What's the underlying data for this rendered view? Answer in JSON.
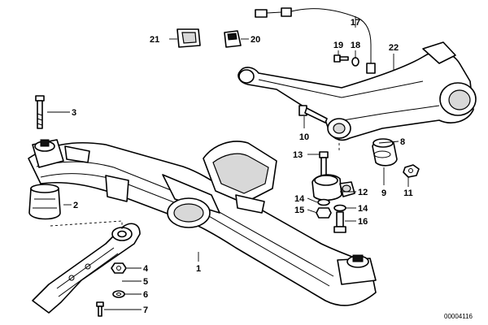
{
  "callouts": {
    "c1": "1",
    "c2": "2",
    "c3": "3",
    "c4": "4",
    "c5": "5",
    "c6": "6",
    "c7": "7",
    "c8": "8",
    "c9": "9",
    "c10": "10",
    "c11": "11",
    "c12": "12",
    "c13": "13",
    "c14a": "14",
    "c14b": "14",
    "c15": "15",
    "c16": "16",
    "c17": "17",
    "c18": "18",
    "c19": "19",
    "c20": "20",
    "c21": "21",
    "c22": "22"
  },
  "reference_number": "00004116",
  "colors": {
    "line": "#000000",
    "background": "#ffffff",
    "fill": "#ffffff"
  }
}
